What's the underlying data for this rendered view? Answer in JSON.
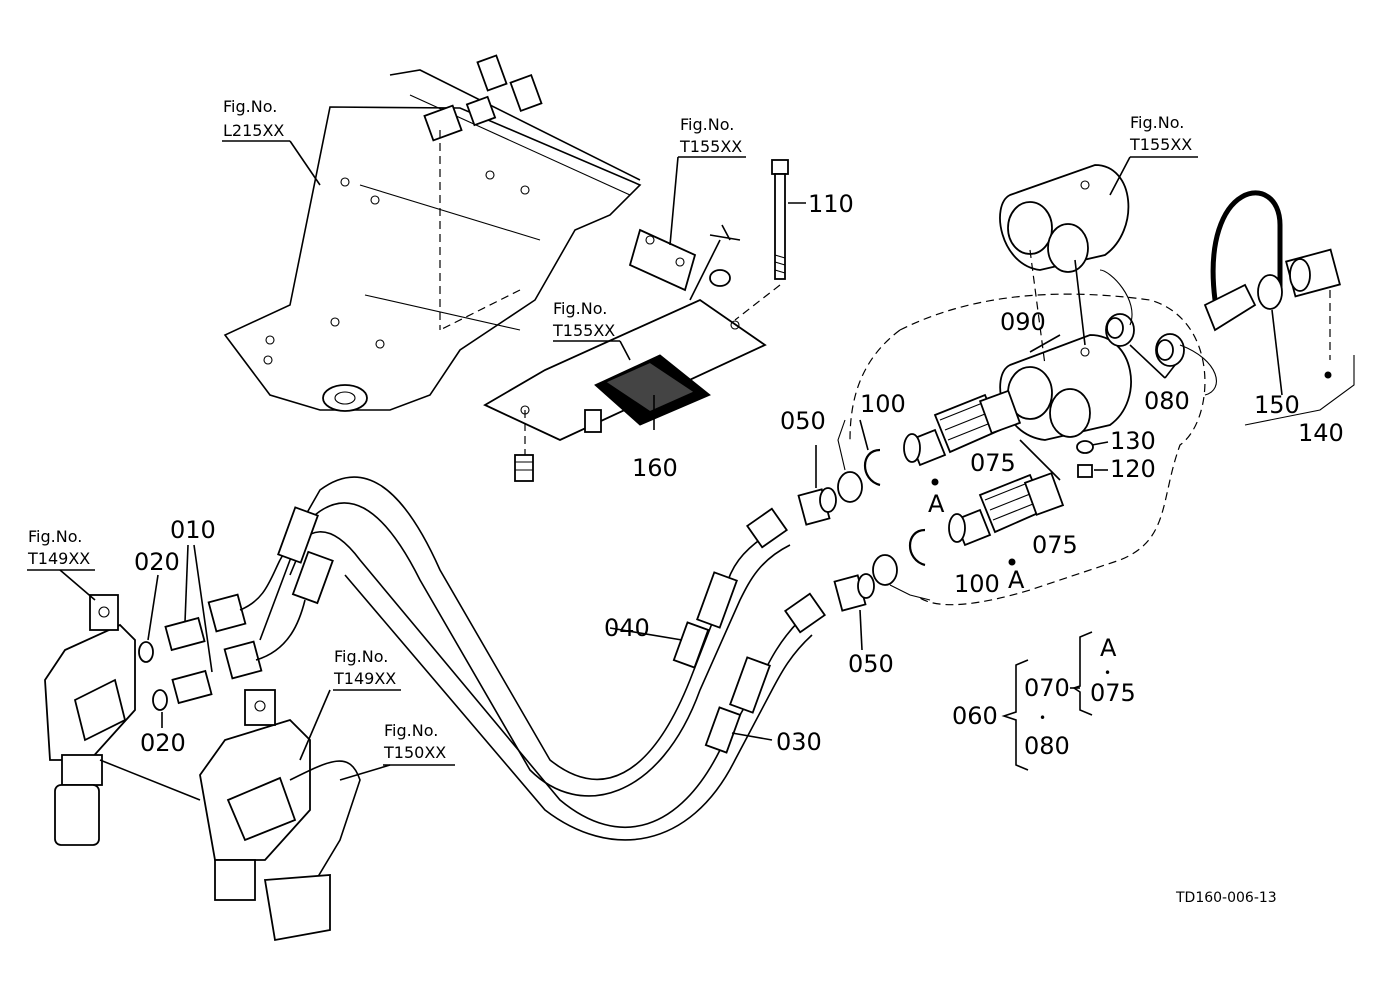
{
  "figure_refs": {
    "l215": {
      "line1": "Fig.No.",
      "line2": "L215XX"
    },
    "t155_top": {
      "line1": "Fig.No.",
      "line2": "T155XX"
    },
    "t155_right": {
      "line1": "Fig.No.",
      "line2": "T155XX"
    },
    "t155_mid": {
      "line1": "Fig.No.",
      "line2": "T155XX"
    },
    "t149_left": {
      "line1": "Fig.No.",
      "line2": "T149XX"
    },
    "t149_mid": {
      "line1": "Fig.No.",
      "line2": "T149XX"
    },
    "t150": {
      "line1": "Fig.No.",
      "line2": "T150XX"
    }
  },
  "part_labels": {
    "p110": "110",
    "p160": "160",
    "p090": "090",
    "p080": "080",
    "p150": "150",
    "p140": "140",
    "p100_top": "100",
    "p050_top": "050",
    "p075_top": "075",
    "p130": "130",
    "p120": "120",
    "p075_bottom": "075",
    "p100_bottom": "100",
    "p050_bottom": "050",
    "p040": "040",
    "p030": "030",
    "p010": "010",
    "p020_top": "020",
    "p020_bottom": "020",
    "a_top": "A",
    "a_bottom": "A"
  },
  "assembly_legend": {
    "root": "060",
    "child1": "070",
    "child2": "080",
    "sub_a": "A",
    "sub_075": "075",
    "dot": "•"
  },
  "drawing_code": "TD160-006-13"
}
